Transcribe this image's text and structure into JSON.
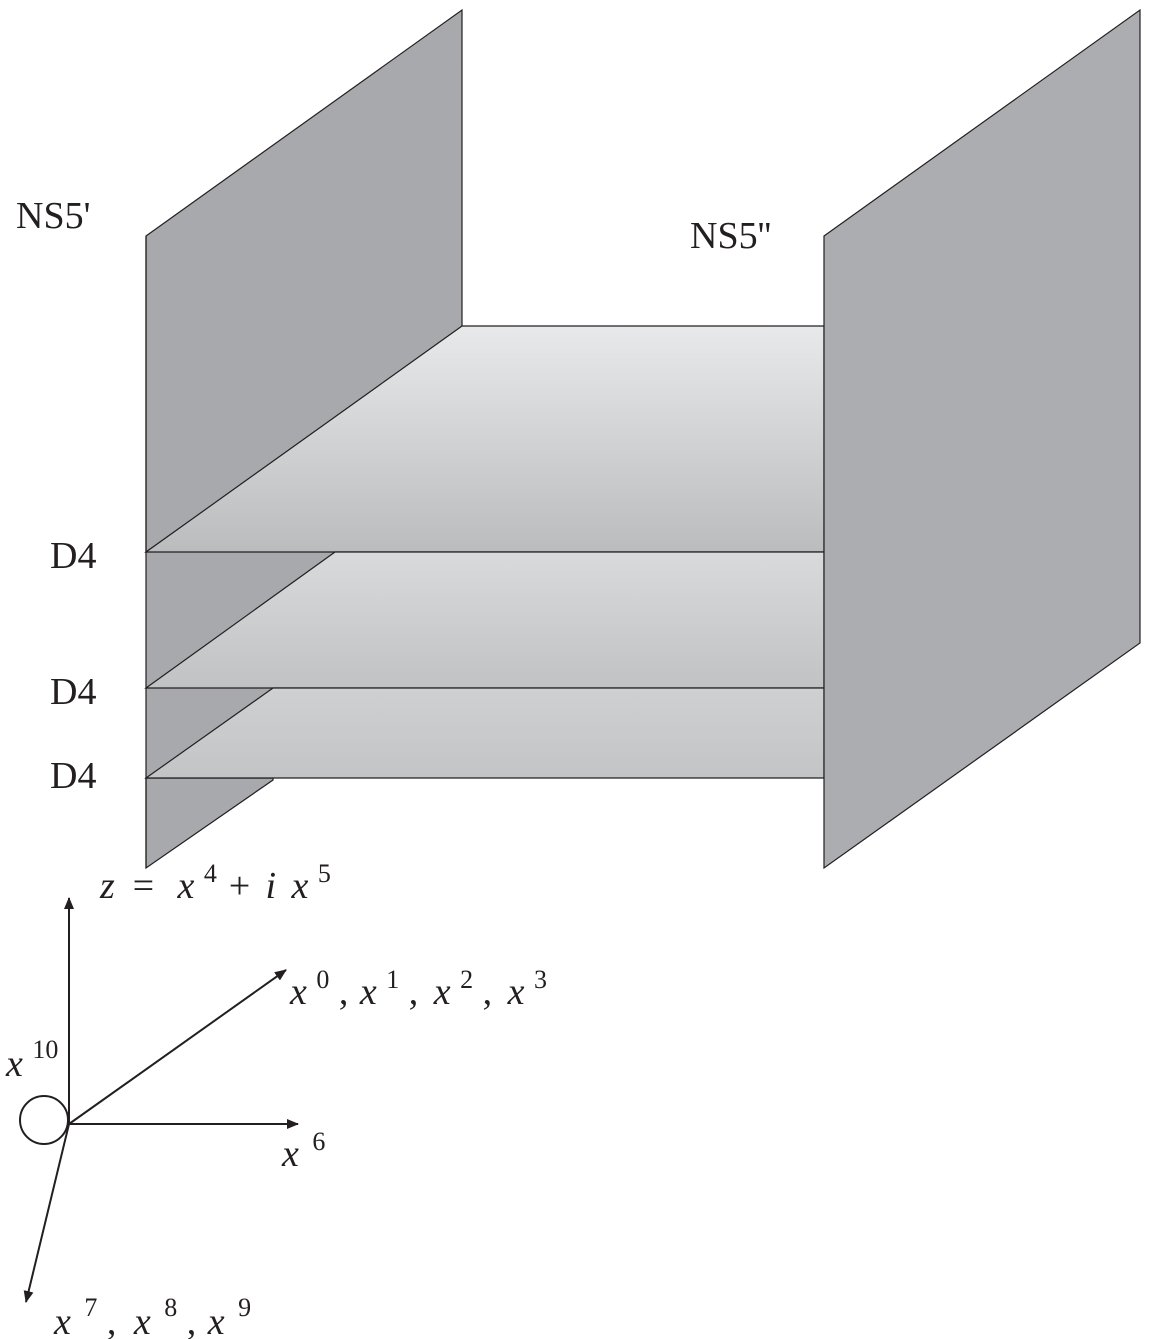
{
  "branes": {
    "ns5_left_label": "NS5'",
    "ns5_right_label": "NS5''",
    "d4_labels": [
      "D4",
      "D4",
      "D4"
    ]
  },
  "axes": {
    "vertical_label": "z = x4 + i x5",
    "vertical_parts": {
      "z": "z",
      "eq": "=",
      "x": "x",
      "sup4": "4",
      "plus": "+",
      "i": "i",
      "x2": "x",
      "sup5": "5"
    },
    "diagonal_up_label": "x0, x1, x2, x3",
    "diagonal_up_parts": {
      "x0": "x",
      "s0": "0",
      "x1": "x",
      "s1": "1",
      "x2": "x",
      "s2": "2",
      "x3": "x",
      "s3": "3"
    },
    "horizontal_label": "x6",
    "horizontal_parts": {
      "x": "x",
      "s": "6"
    },
    "diagonal_down_label": "x7, x8, x9",
    "diagonal_down_parts": {
      "x7": "x",
      "s7": "7",
      "x8": "x",
      "s8": "8",
      "x9": "x",
      "s9": "9"
    },
    "circle_label": "x10",
    "circle_parts": {
      "x": "x",
      "s": "10"
    }
  },
  "colors": {
    "ns5_fill": "#a7a9ac",
    "ns5_right_fill": "#acadb0",
    "d4_gradient_top": "#e8e9ea",
    "d4_gradient_bottom": "#b9bbbd",
    "stroke": "#231f20"
  }
}
